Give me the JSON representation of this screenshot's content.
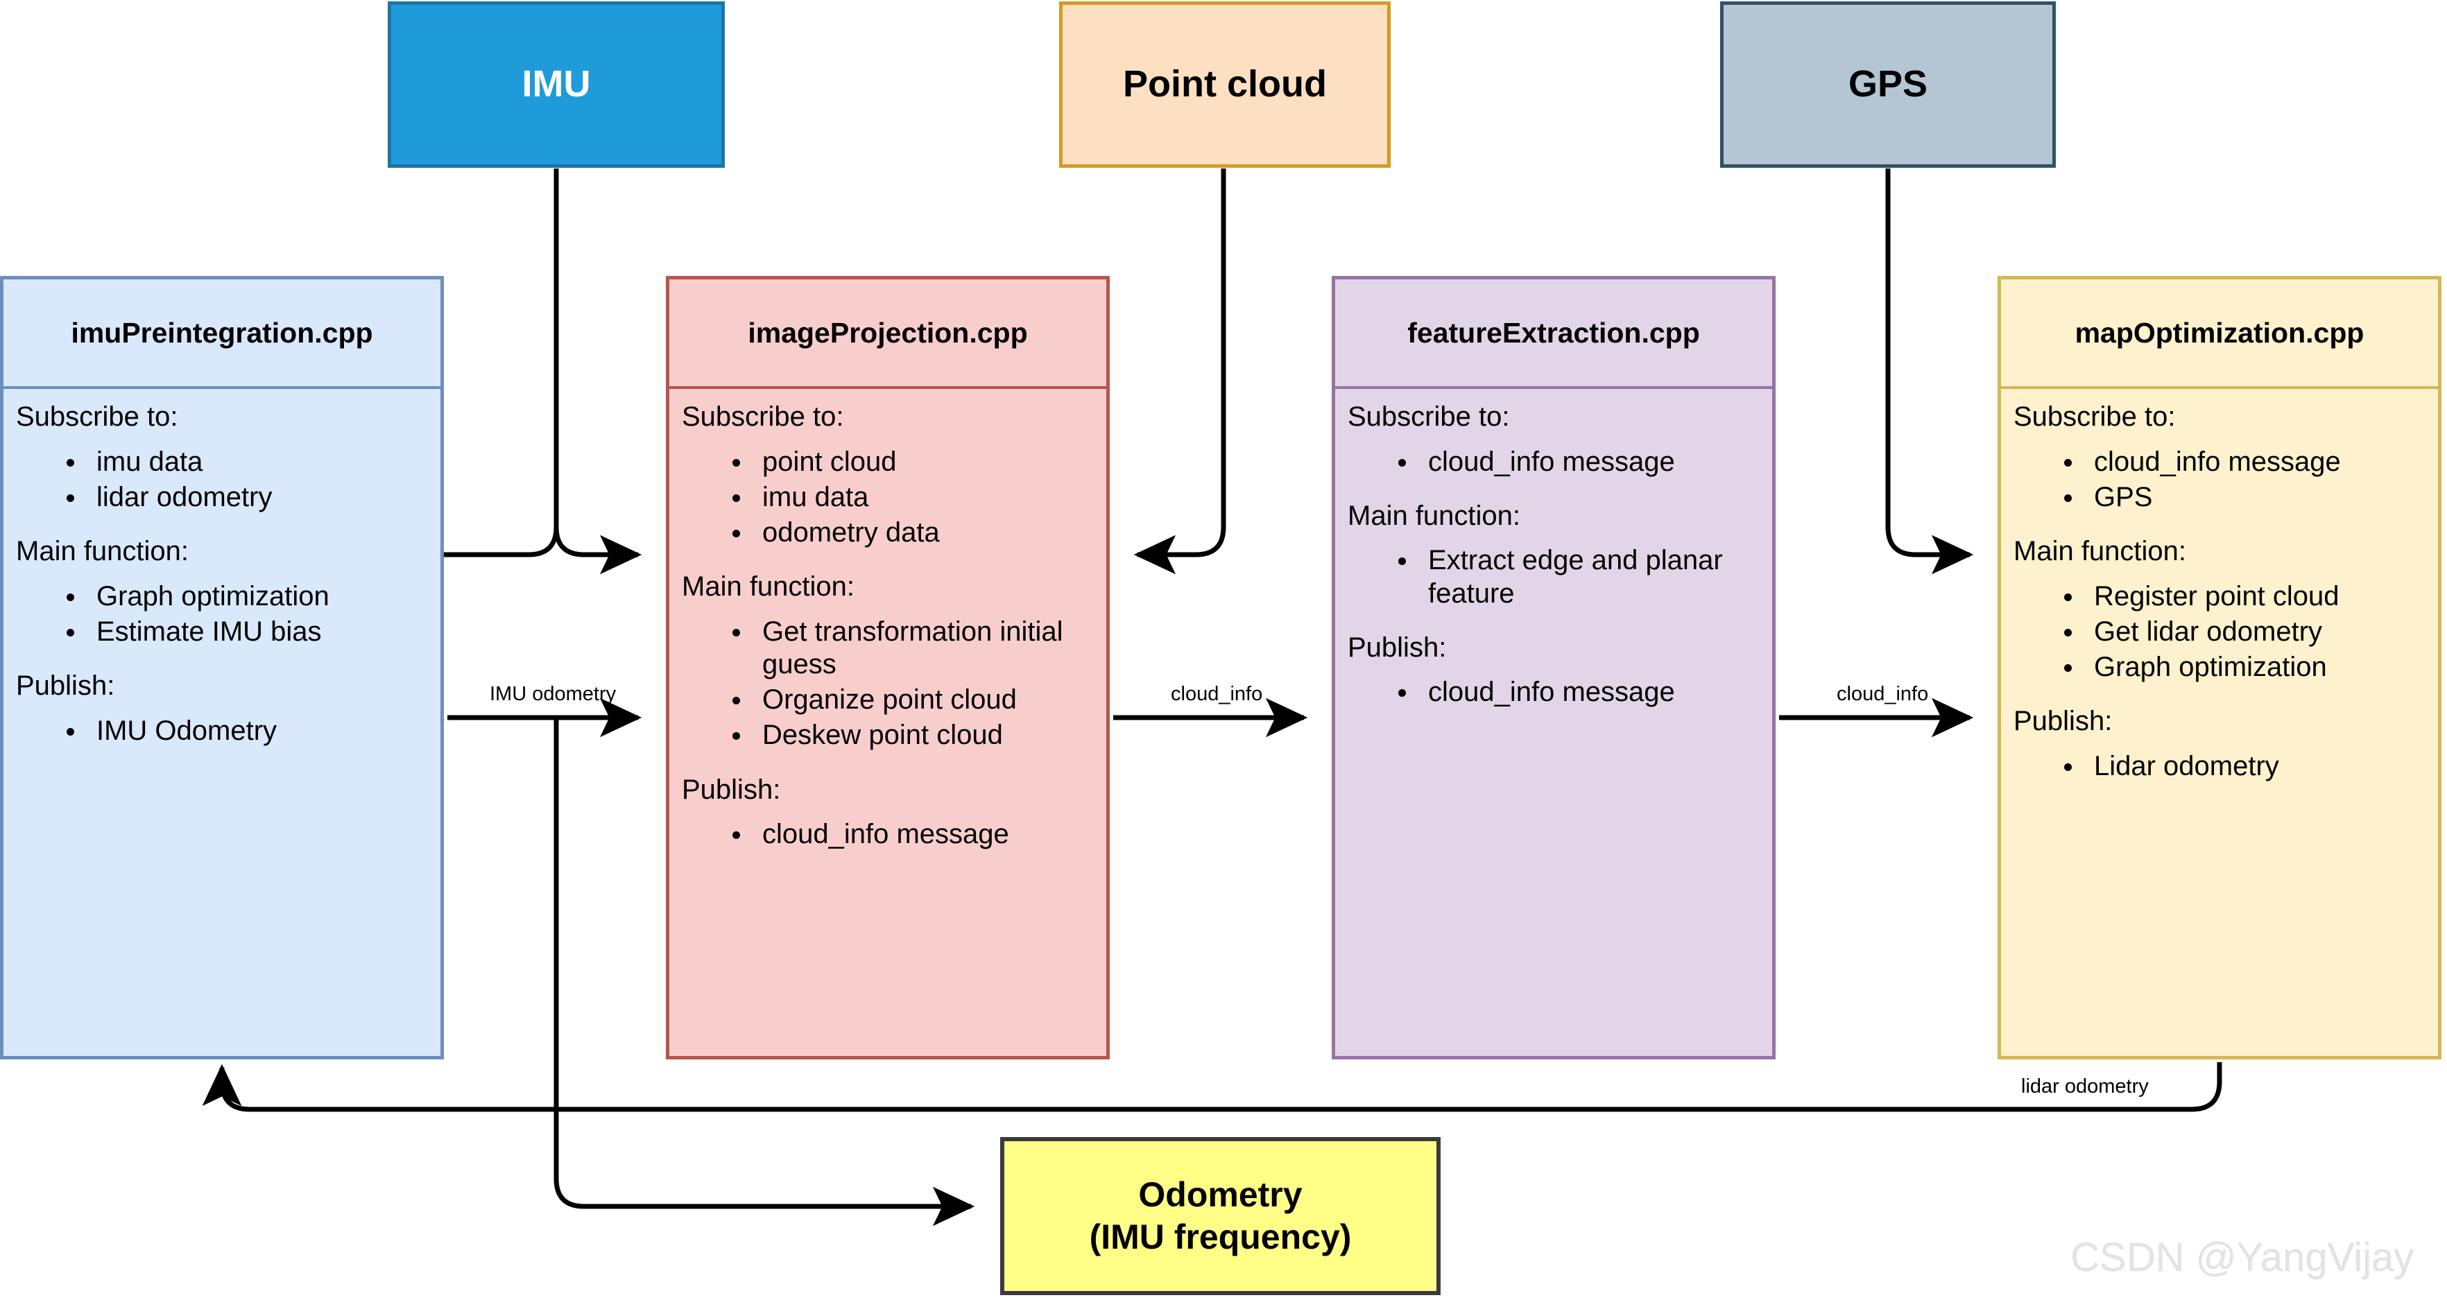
{
  "sources": [
    {
      "id": "imu",
      "label": "IMU",
      "fill": "#1f9bd9",
      "stroke": "#1c74aa",
      "text_color": "#ffffff"
    },
    {
      "id": "point-cloud",
      "label": "Point cloud",
      "fill": "#fde0c2",
      "stroke": "#d69a22",
      "text_color": "#000000"
    },
    {
      "id": "gps",
      "label": "GPS",
      "fill": "#b4c6d3",
      "stroke": "#2f5269",
      "text_color": "#000000"
    }
  ],
  "modules": [
    {
      "id": "imu-preintegration",
      "title": "imuPreintegration.cpp",
      "fill": "#dae8fc",
      "stroke": "#6c8ebf",
      "sections": [
        {
          "heading": "Subscribe to:",
          "items": [
            "imu data",
            "lidar odometry"
          ]
        },
        {
          "heading": "Main function:",
          "items": [
            "Graph optimization",
            "Estimate IMU bias"
          ]
        },
        {
          "heading": "Publish:",
          "items": [
            "IMU Odometry"
          ]
        }
      ]
    },
    {
      "id": "image-projection",
      "title": "imageProjection.cpp",
      "fill": "#f8cecc",
      "stroke": "#b85450",
      "sections": [
        {
          "heading": "Subscribe to:",
          "items": [
            "point cloud",
            "imu data",
            "odometry data"
          ]
        },
        {
          "heading": "Main function:",
          "items": [
            "Get transformation initial guess",
            "Organize point cloud",
            "Deskew point cloud"
          ]
        },
        {
          "heading": "Publish:",
          "items": [
            "cloud_info message"
          ]
        }
      ]
    },
    {
      "id": "feature-extraction",
      "title": "featureExtraction.cpp",
      "fill": "#e1d5e7",
      "stroke": "#9673a6",
      "sections": [
        {
          "heading": "Subscribe to:",
          "items": [
            "cloud_info message"
          ]
        },
        {
          "heading": "Main function:",
          "items": [
            "Extract edge and planar feature"
          ]
        },
        {
          "heading": "Publish:",
          "items": [
            "cloud_info message"
          ]
        }
      ]
    },
    {
      "id": "map-optimization",
      "title": "mapOptimization.cpp",
      "fill": "#fdf2cd",
      "stroke": "#d6b656",
      "sections": [
        {
          "heading": "Subscribe to:",
          "items": [
            "cloud_info message",
            "GPS"
          ]
        },
        {
          "heading": "Main function:",
          "items": [
            "Register point cloud",
            "Get lidar odometry",
            "Graph optimization"
          ]
        },
        {
          "heading": "Publish:",
          "items": [
            "Lidar odometry"
          ]
        }
      ]
    }
  ],
  "output": {
    "line1": "Odometry",
    "line2": "(IMU frequency)",
    "fill": "#ffff88",
    "stroke": "#3b3b3b"
  },
  "edge_labels": {
    "imu_odometry": "IMU odometry",
    "cloud_info_1": "cloud_info",
    "cloud_info_2": "cloud_info",
    "lidar_odometry": "lidar odometry"
  },
  "watermark": "CSDN @YangVijay"
}
